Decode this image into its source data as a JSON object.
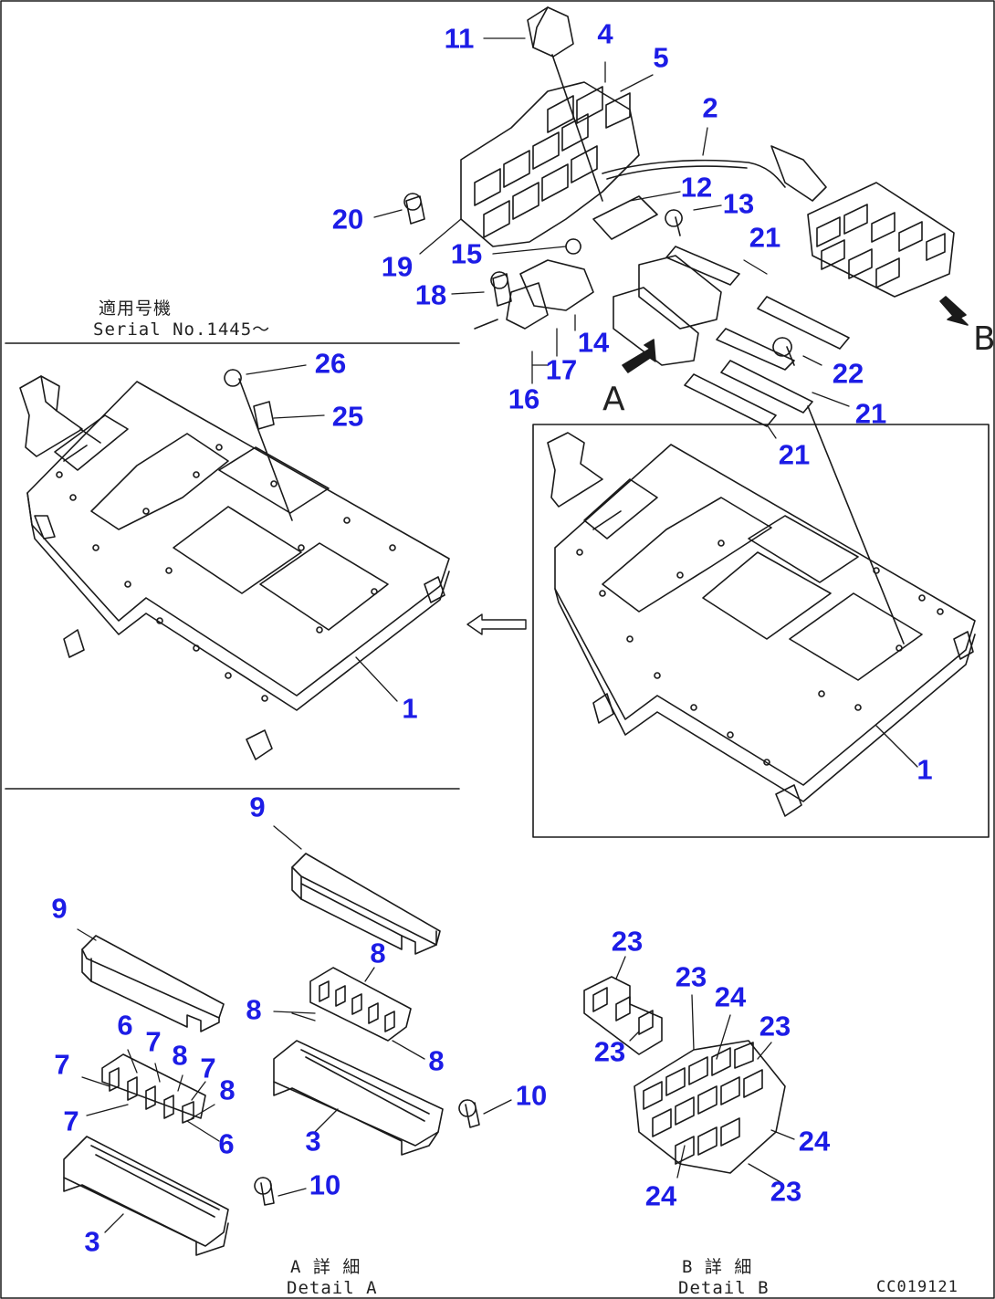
{
  "colors": {
    "callout": "#1c1ce6",
    "line": "#1a1a1a",
    "background": "#ffffff"
  },
  "captions": {
    "serial_jp": "適用号機",
    "serial_en": "Serial No.1445～",
    "detail_a_jp": "A 詳 細",
    "detail_a_en": "Detail A",
    "detail_b_jp": "B 詳 細",
    "detail_b_en": "Detail B",
    "view_a_letter": "A",
    "view_b_letter": "B",
    "drawing_code": "CC019121"
  },
  "callouts": {
    "top_right": [
      "11",
      "4",
      "5",
      "2",
      "12",
      "13",
      "20",
      "19",
      "15",
      "21",
      "18",
      "14",
      "17",
      "16",
      "22",
      "21",
      "21"
    ],
    "left_frame": [
      "26",
      "25",
      "1"
    ],
    "right_frame": [
      "1"
    ],
    "detail_a": [
      "9",
      "9",
      "8",
      "8",
      "8",
      "6",
      "7",
      "8",
      "7",
      "7",
      "8",
      "7",
      "6",
      "3",
      "10",
      "10",
      "3"
    ],
    "detail_b": [
      "23",
      "23",
      "24",
      "23",
      "23",
      "24",
      "24",
      "23"
    ]
  }
}
